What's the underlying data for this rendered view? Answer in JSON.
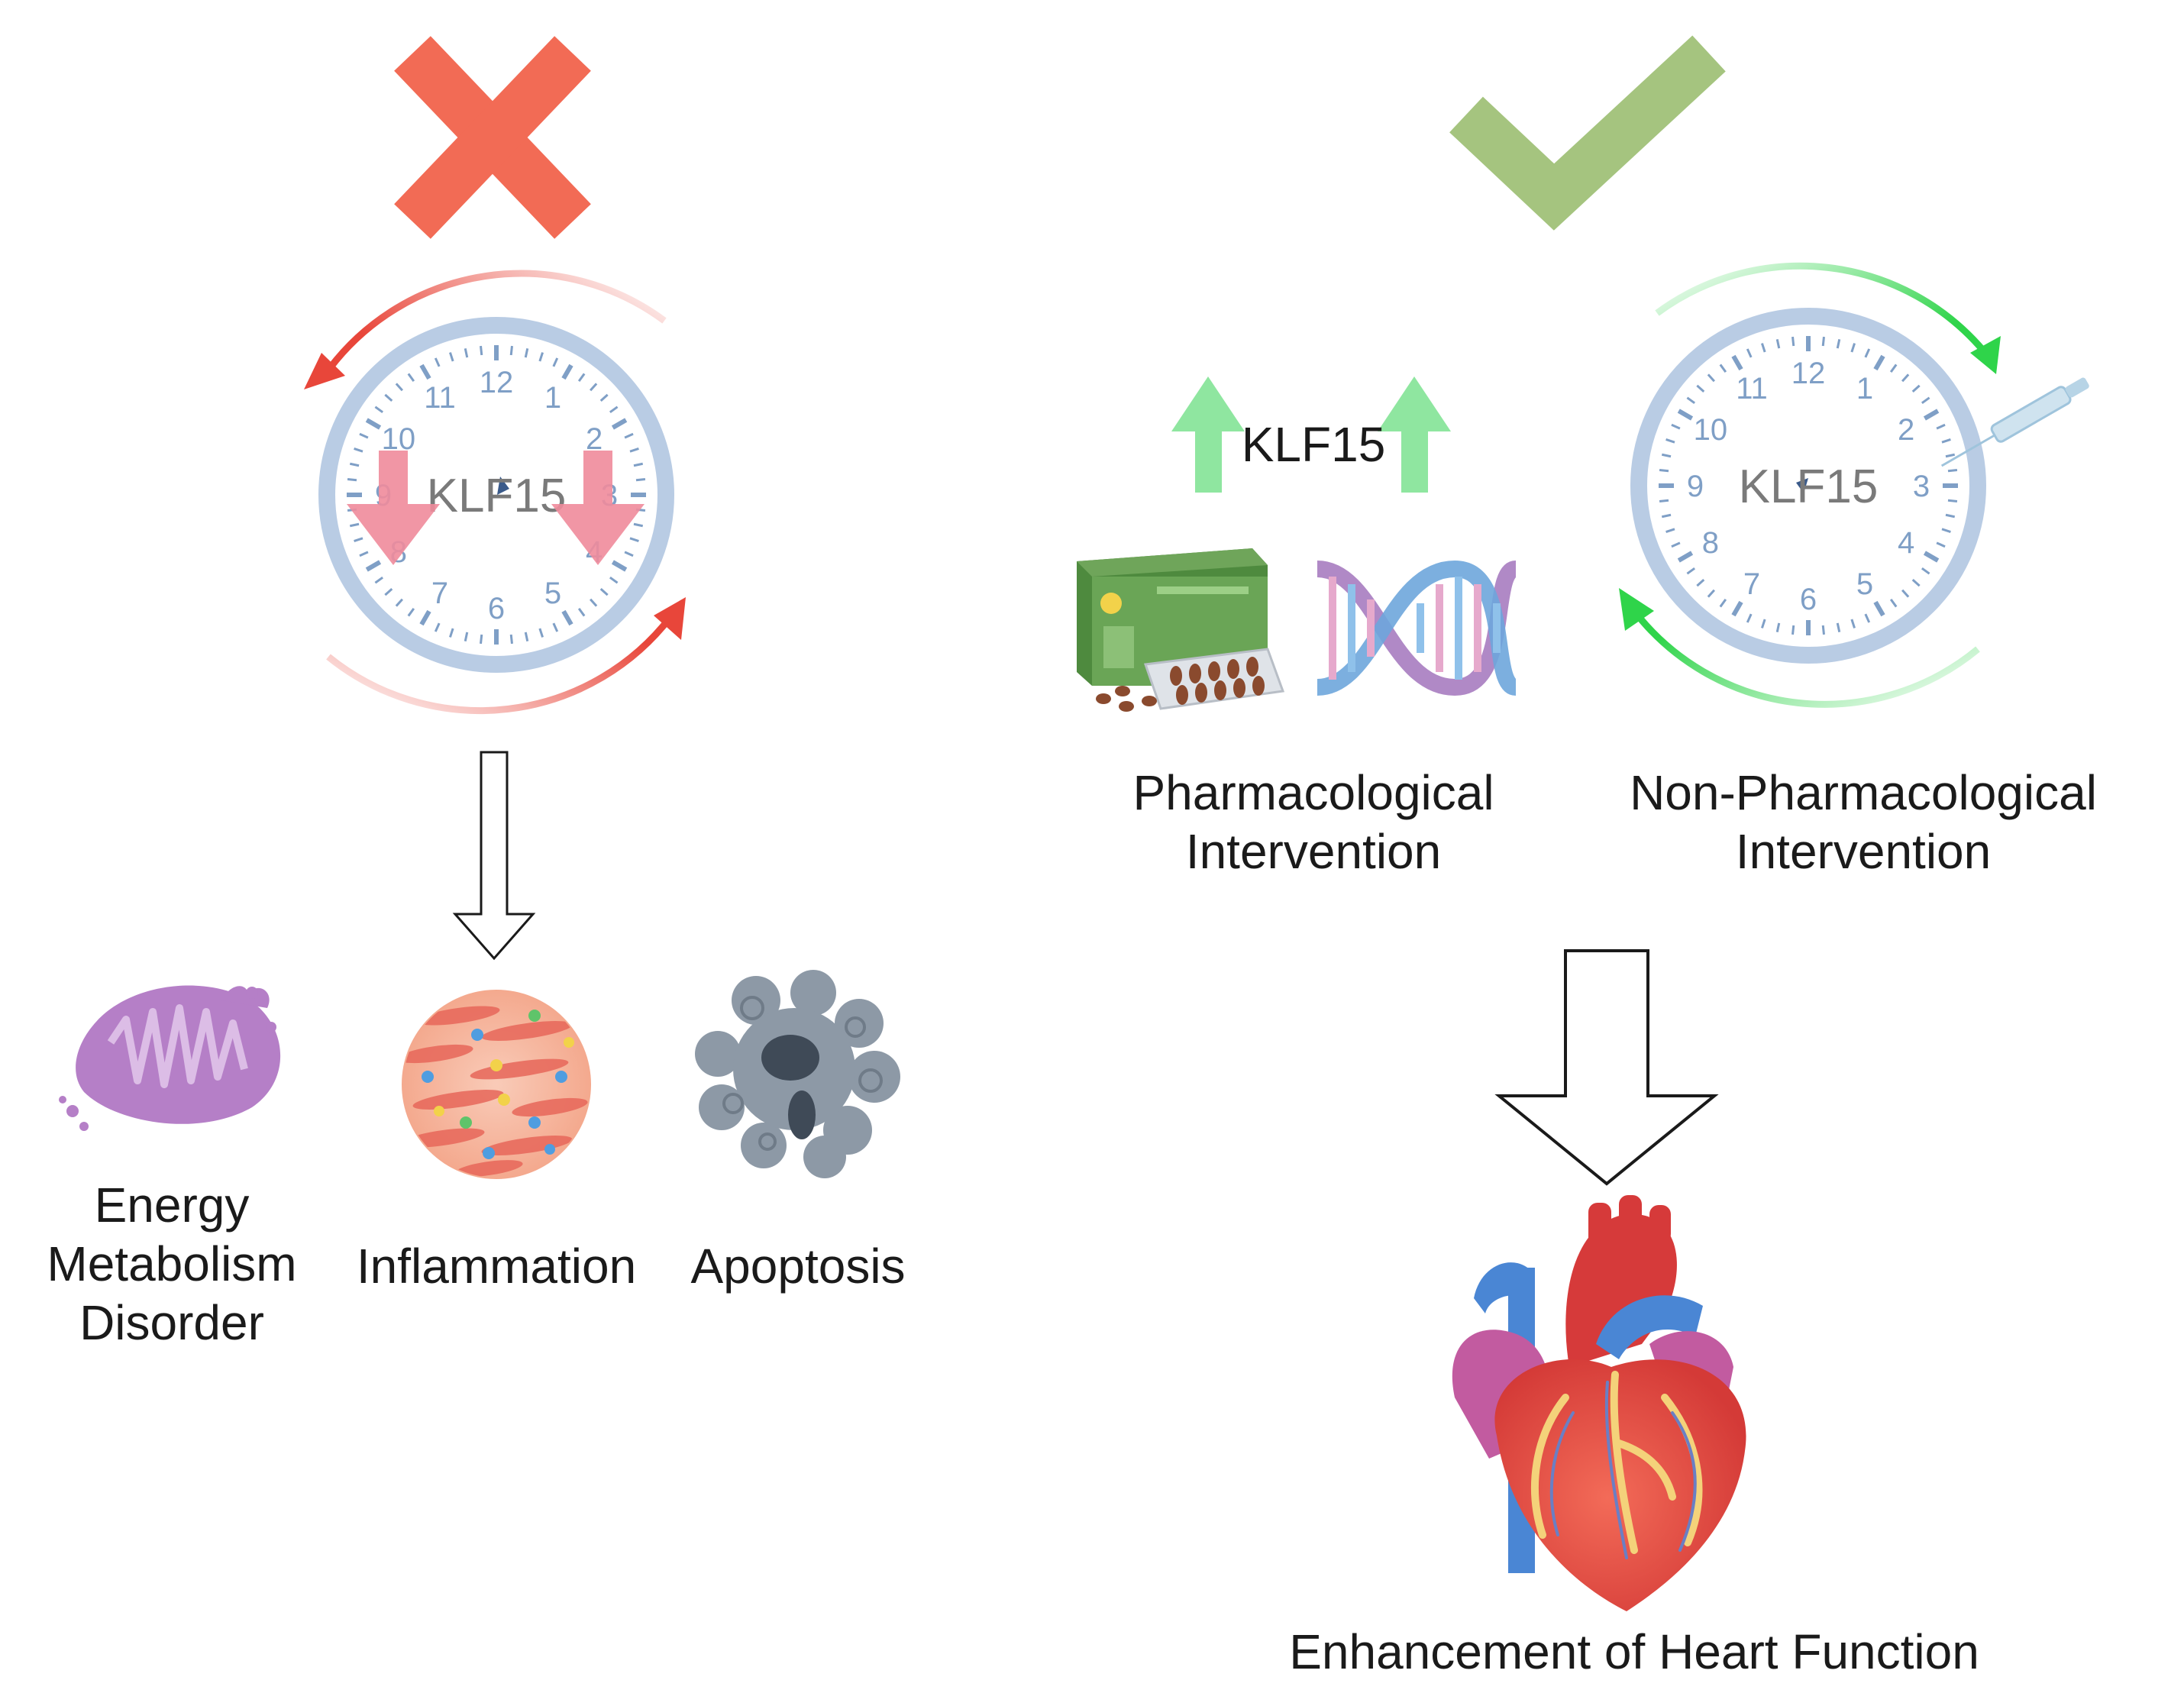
{
  "left_panel": {
    "status_mark": "cross-icon",
    "clock": {
      "center_text": "KLF15",
      "numbers": [
        "12",
        "1",
        "2",
        "3",
        "4",
        "5",
        "6",
        "7",
        "8",
        "9",
        "10",
        "11"
      ],
      "expression": "down",
      "cycle_arrow_color": "#e8463a"
    },
    "outcomes": {
      "energy_metabolism": "Energy\nMetabolism\nDisorder",
      "inflammation": "Inflammation",
      "apoptosis": "Apoptosis"
    }
  },
  "right_panel": {
    "status_mark": "check-icon",
    "klf15_label": "KLF15",
    "expression": "up",
    "clock": {
      "center_text": "KLF15",
      "numbers": [
        "12",
        "1",
        "2",
        "3",
        "4",
        "5",
        "6",
        "7",
        "8",
        "9",
        "10",
        "11"
      ],
      "cycle_arrow_color": "#2fd44a"
    },
    "interventions": {
      "pharmacological": "Pharmacological\nIntervention",
      "non_pharmacological": "Non-Pharmacological\nIntervention"
    },
    "result": "Enhancement of Heart Function"
  },
  "colors": {
    "cross": "#f26b55",
    "check": "#a5c47f",
    "clock_ring": "#b9cce4",
    "clock_numbers": "#7f9fc6",
    "down_arrow": "#f08b9b",
    "up_arrow": "#8fe6a0"
  }
}
